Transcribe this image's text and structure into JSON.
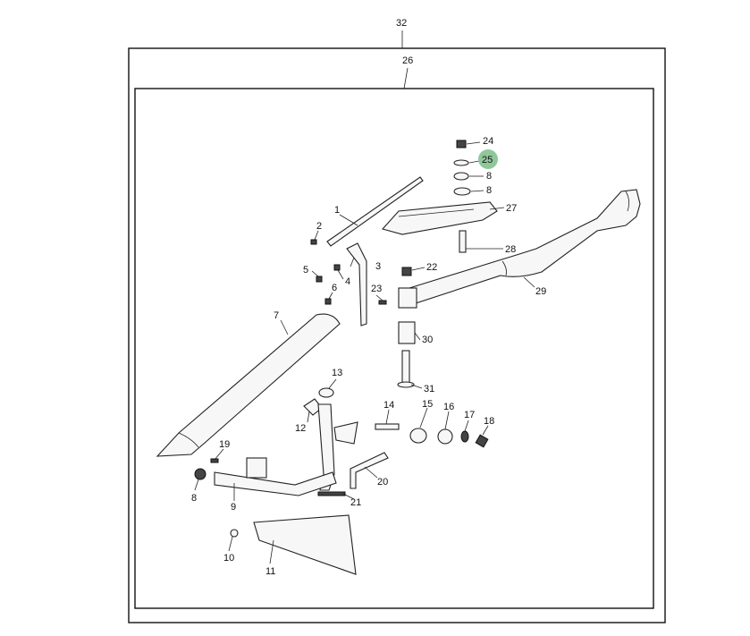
{
  "diagram": {
    "assembly_label": "32",
    "subassembly_label": "26",
    "highlight_color": "#8fc79a",
    "parts": [
      {
        "id": "1"
      },
      {
        "id": "2"
      },
      {
        "id": "3"
      },
      {
        "id": "4"
      },
      {
        "id": "5"
      },
      {
        "id": "6"
      },
      {
        "id": "7"
      },
      {
        "id": "8"
      },
      {
        "id": "8"
      },
      {
        "id": "8"
      },
      {
        "id": "9"
      },
      {
        "id": "10"
      },
      {
        "id": "11"
      },
      {
        "id": "12"
      },
      {
        "id": "13"
      },
      {
        "id": "14"
      },
      {
        "id": "15"
      },
      {
        "id": "16"
      },
      {
        "id": "17"
      },
      {
        "id": "18"
      },
      {
        "id": "19"
      },
      {
        "id": "20"
      },
      {
        "id": "21"
      },
      {
        "id": "22"
      },
      {
        "id": "23"
      },
      {
        "id": "24"
      },
      {
        "id": "25",
        "highlighted": true
      },
      {
        "id": "27"
      },
      {
        "id": "28"
      },
      {
        "id": "29"
      },
      {
        "id": "30"
      },
      {
        "id": "31"
      }
    ]
  }
}
